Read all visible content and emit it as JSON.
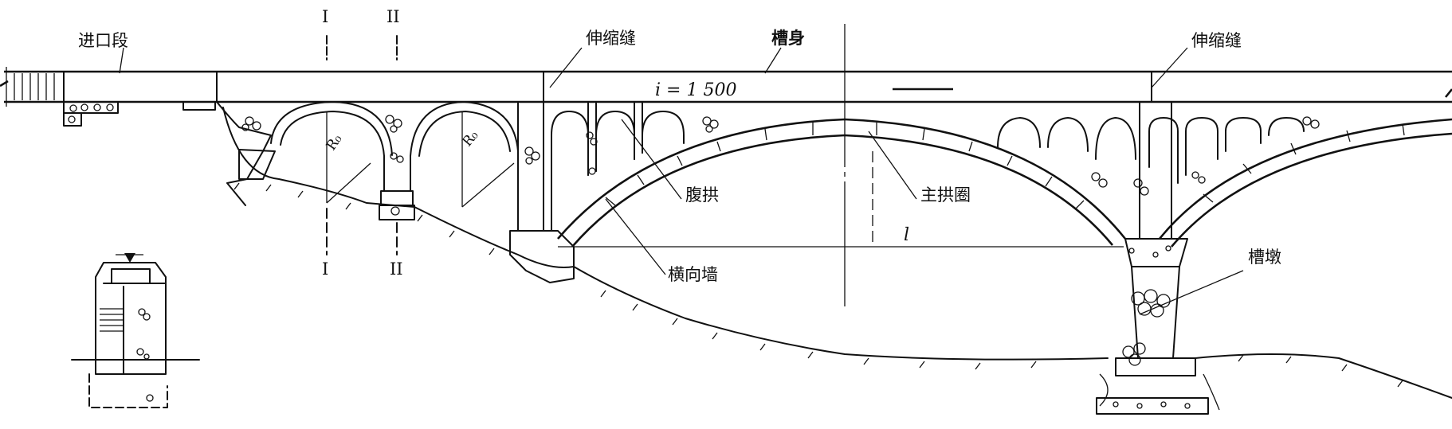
{
  "labels": {
    "inlet_section": "进口段",
    "expansion_joint_left": "伸缩缝",
    "flume_body": "槽身",
    "expansion_joint_right": "伸缩缝",
    "slope": "i = 1 500",
    "web_arch": "腹拱",
    "main_arch_ring": "主拱圈",
    "transverse_wall": "横向墙",
    "flume_pier": "槽墩",
    "span": "l",
    "section_I_top": "I",
    "section_II_top": "II",
    "section_I_bottom": "I",
    "section_II_bottom": "II",
    "radius_1": "R₀",
    "radius_2": "R₀"
  }
}
